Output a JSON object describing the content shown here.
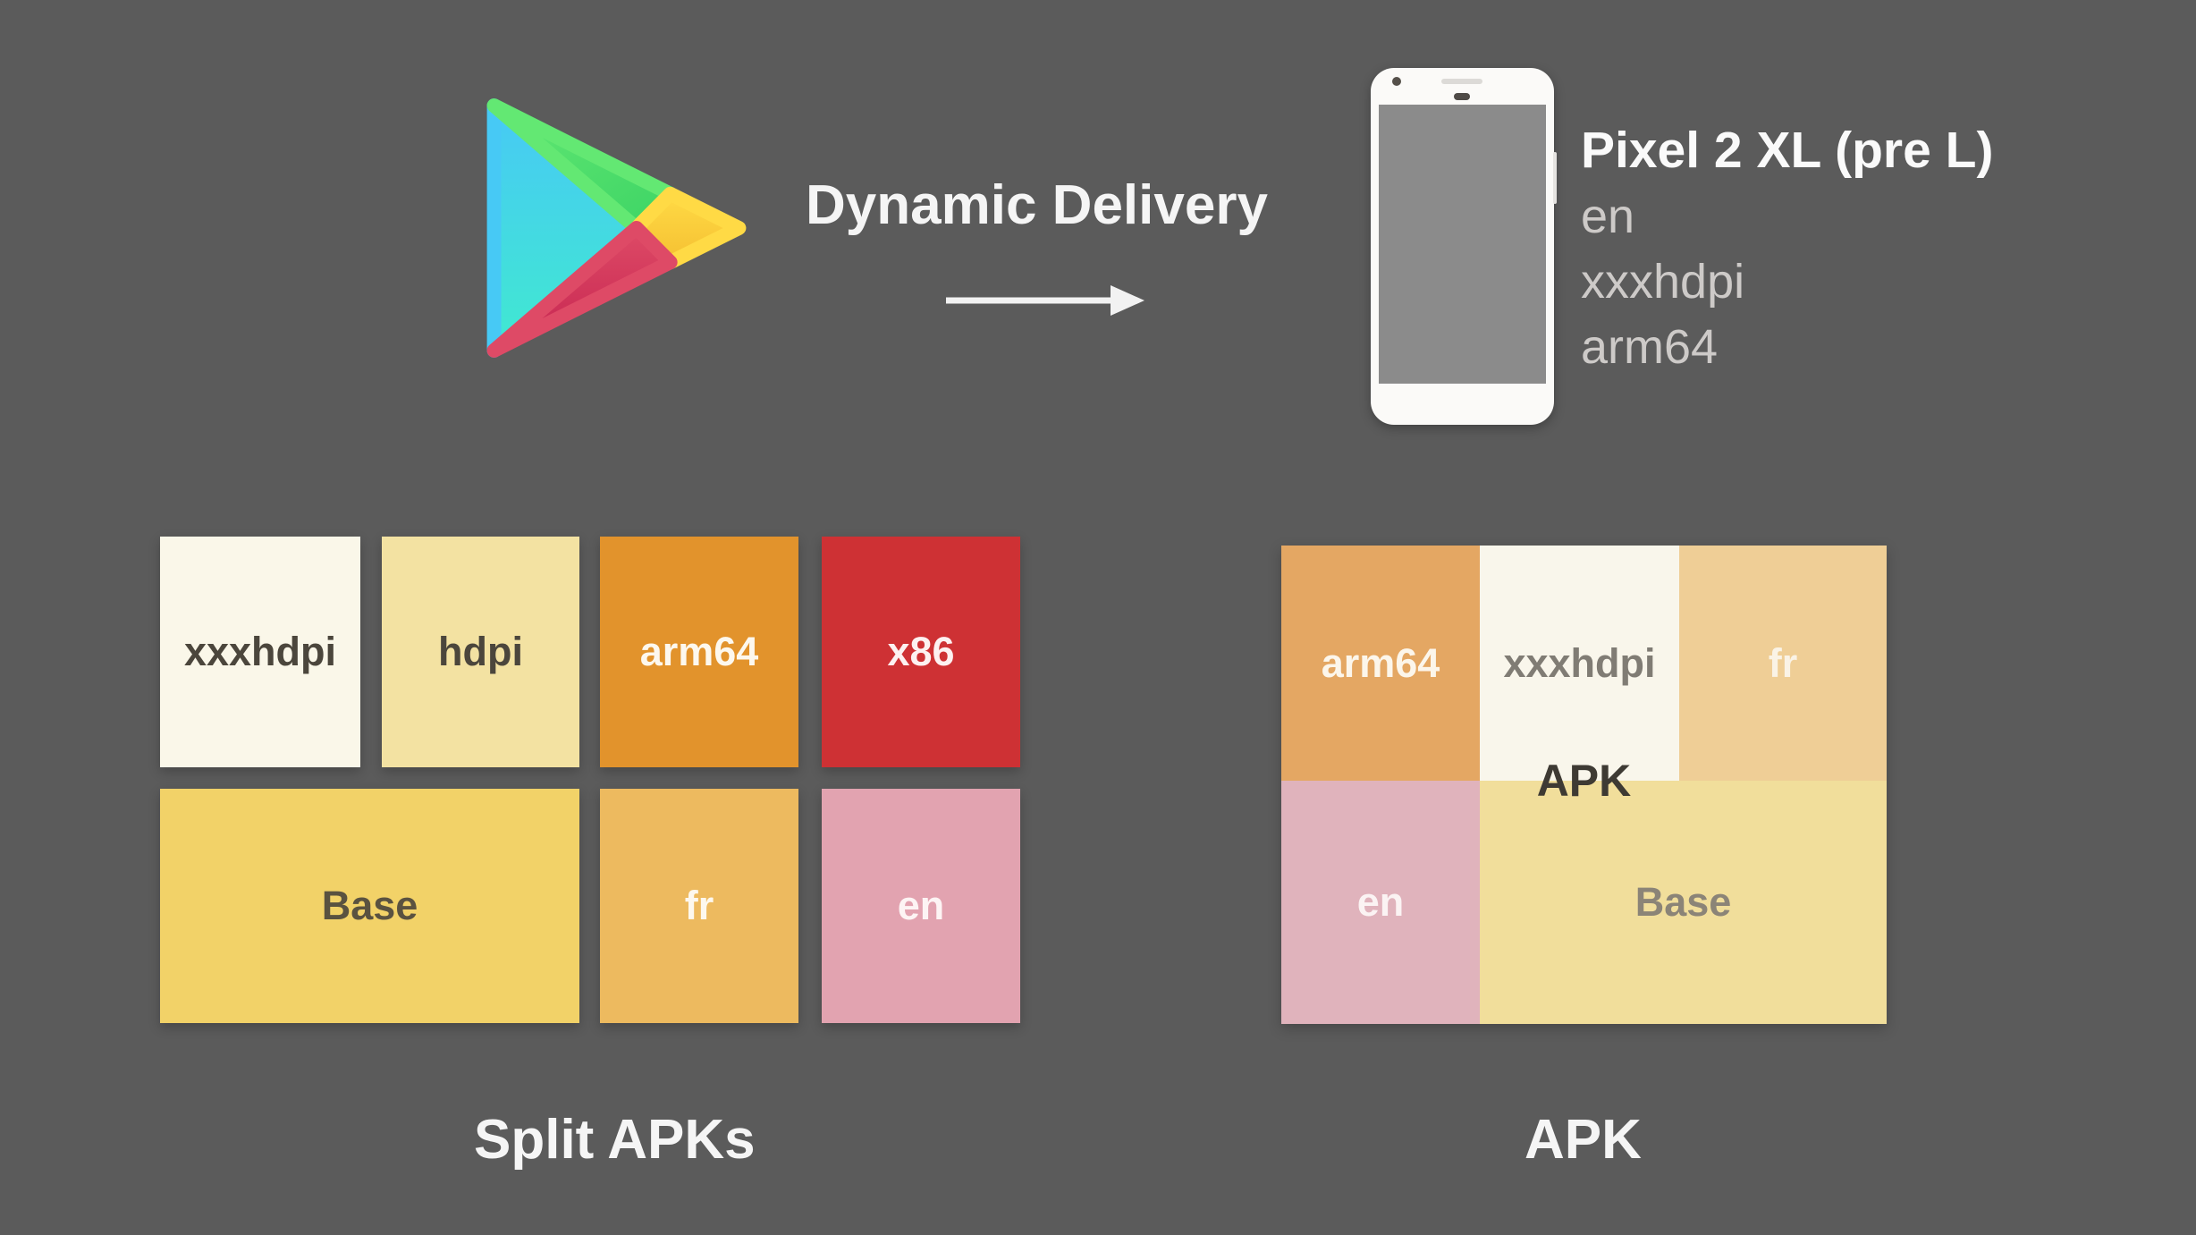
{
  "canvas": {
    "background": "#5B5B5B",
    "text_color": "#F5F5F5"
  },
  "header": {
    "flow_label": "Dynamic Delivery",
    "arrow_color": "#F2F2F2",
    "play_logo_colors": {
      "blue_top": "#47C9F5",
      "blue_bottom": "#40E9D0",
      "green_light": "#63E873",
      "green_dark": "#3DD465",
      "yellow_light": "#FFDA45",
      "yellow_dark": "#F5C032",
      "red_light": "#DE4A66",
      "red_dark": "#C52450"
    },
    "device": {
      "name": "Pixel 2 XL (pre L)",
      "name_color": "#FAFAFA",
      "lines": [
        "en",
        "xxxhdpi",
        "arm64"
      ],
      "lines_color": "#CDCAC8",
      "phone_body": "#FBFAF8",
      "phone_screen": "#8B8B8B"
    }
  },
  "split_apks": {
    "caption": "Split APKs",
    "blocks": [
      {
        "label": "xxxhdpi",
        "bg": "#FAF7E9",
        "fg": "#4B463C"
      },
      {
        "label": "hdpi",
        "bg": "#F3E2A2",
        "fg": "#4B463C"
      },
      {
        "label": "arm64",
        "bg": "#E2932C",
        "fg": "#FDF8EE"
      },
      {
        "label": "x86",
        "bg": "#CE3134",
        "fg": "#FDF1F1"
      },
      {
        "label": "Base",
        "bg": "#F2D268",
        "fg": "#5A5240"
      },
      {
        "label": "fr",
        "bg": "#EDBA5F",
        "fg": "#FDF8EE"
      },
      {
        "label": "en",
        "bg": "#E2A3B0",
        "fg": "#FDF4F4"
      }
    ]
  },
  "apk": {
    "caption": "APK",
    "overlay_label": "APK",
    "overlay_color": "#3E3A33",
    "blocks": [
      {
        "label": "arm64",
        "bg": "#E4A763",
        "fg": "#FCF6EB"
      },
      {
        "label": "xxxhdpi",
        "bg": "#F9F6EB",
        "fg": "#807C74"
      },
      {
        "label": "fr",
        "bg": "#EFCE96",
        "fg": "#FAF3E6"
      },
      {
        "label": "en",
        "bg": "#E0B3BC",
        "fg": "#FBF3F3"
      },
      {
        "label": "Base",
        "bg": "#F1DE9B",
        "fg": "#8B8477"
      }
    ]
  }
}
